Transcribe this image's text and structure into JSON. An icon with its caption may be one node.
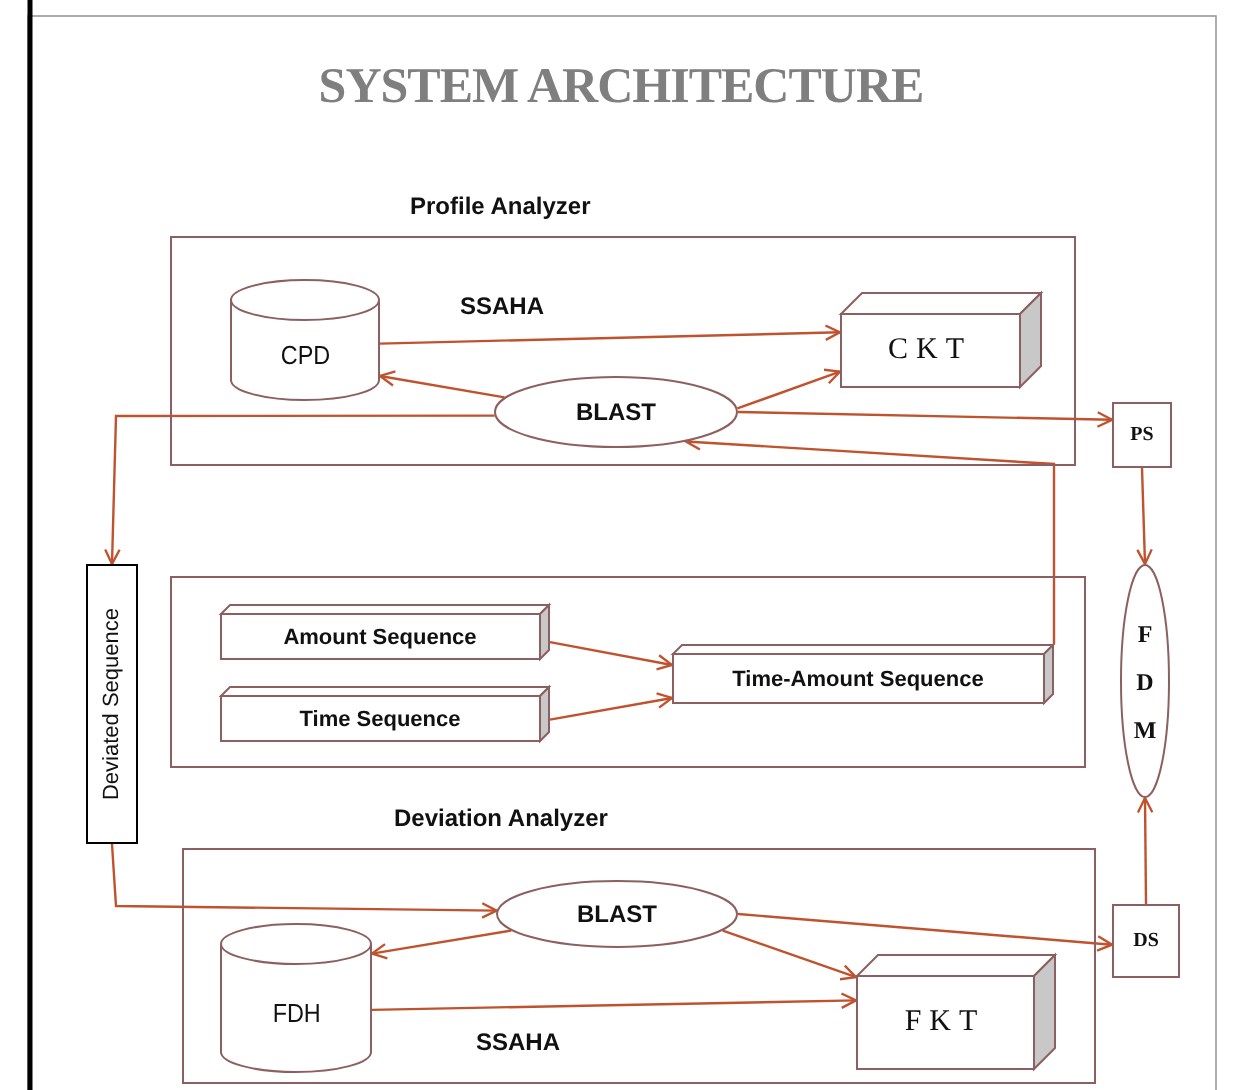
{
  "diagram": {
    "title": "SYSTEM ARCHITECTURE",
    "nodes": [
      {
        "text": [
          "Profile Analyzer"
        ]
      },
      {
        "text": [
          "CPD"
        ],
        "in": 0
      },
      {
        "text": [
          "CKT"
        ],
        "in": 0
      },
      {
        "text": [
          "BLAST"
        ],
        "in": 0
      },
      {
        "text": [
          "PS"
        ]
      },
      {
        "text": [
          "Deviated Sequence"
        ]
      },
      {
        "text": [],
        "shape": "box"
      },
      {
        "text": [
          "Amount Sequence"
        ],
        "in": 6
      },
      {
        "text": [
          "Time Sequence"
        ],
        "in": 6
      },
      {
        "text": [
          "Time-Amount Sequence"
        ],
        "in": 6
      },
      {
        "text": [
          "FDM"
        ]
      },
      {
        "text": [
          "Deviation Analyzer"
        ]
      },
      {
        "text": [
          "BLAST"
        ],
        "in": 11
      },
      {
        "text": [
          "FDH"
        ],
        "in": 11
      },
      {
        "text": [
          "FKT"
        ],
        "in": 11
      },
      {
        "text": [
          "DS"
        ]
      }
    ],
    "edges": [
      {
        "from": 1,
        "to": 2,
        "arrow": "to",
        "label": "SSAHA"
      },
      {
        "from": 3,
        "to": 1,
        "arrow": "to"
      },
      {
        "from": 3,
        "to": 2,
        "arrow": "to"
      },
      {
        "from": 3,
        "to": 4,
        "arrow": "to"
      },
      {
        "from": 9,
        "to": 3,
        "arrow": "to"
      },
      {
        "from": 3,
        "to": 5,
        "arrow": "to"
      },
      {
        "from": 7,
        "to": 9,
        "arrow": "to"
      },
      {
        "from": 8,
        "to": 9,
        "arrow": "to"
      },
      {
        "from": 4,
        "to": 10,
        "arrow": "to"
      },
      {
        "from": 15,
        "to": 10,
        "arrow": "to"
      },
      {
        "from": 5,
        "to": 12,
        "arrow": "to"
      },
      {
        "from": 12,
        "to": 13,
        "arrow": "to"
      },
      {
        "from": 12,
        "to": 14,
        "arrow": "to"
      },
      {
        "from": 12,
        "to": 15,
        "arrow": "to"
      },
      {
        "from": 13,
        "to": 14,
        "arrow": "to",
        "label": "SSAHA"
      }
    ]
  }
}
